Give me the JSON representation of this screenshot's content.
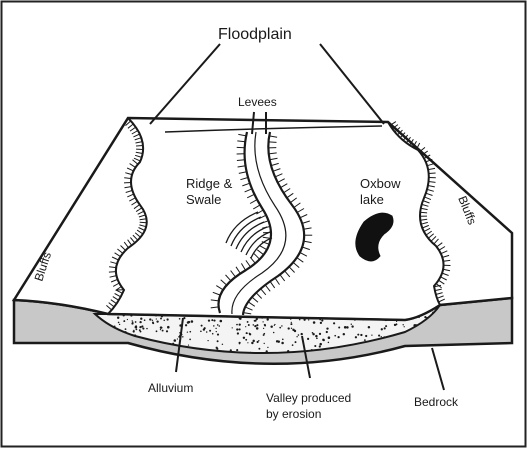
{
  "labels": {
    "floodplain": "Floodplain",
    "levees": "Levees",
    "ridge_line1": "Ridge &",
    "ridge_line2": "Swale",
    "oxbow_line1": "Oxbow",
    "oxbow_line2": "lake",
    "bluffs_left": "Bluffs",
    "bluffs_right": "Bluffs",
    "alluvium": "Alluvium",
    "valley_line1": "Valley produced",
    "valley_line2": "by erosion",
    "bedrock": "Bedrock"
  },
  "colors": {
    "outline": "#1a1a1a",
    "bedrock_fill": "#c8c8c8",
    "alluvium_fill": "#f2f2f2",
    "oxbow_fill": "#111111",
    "surface": "#ffffff"
  }
}
